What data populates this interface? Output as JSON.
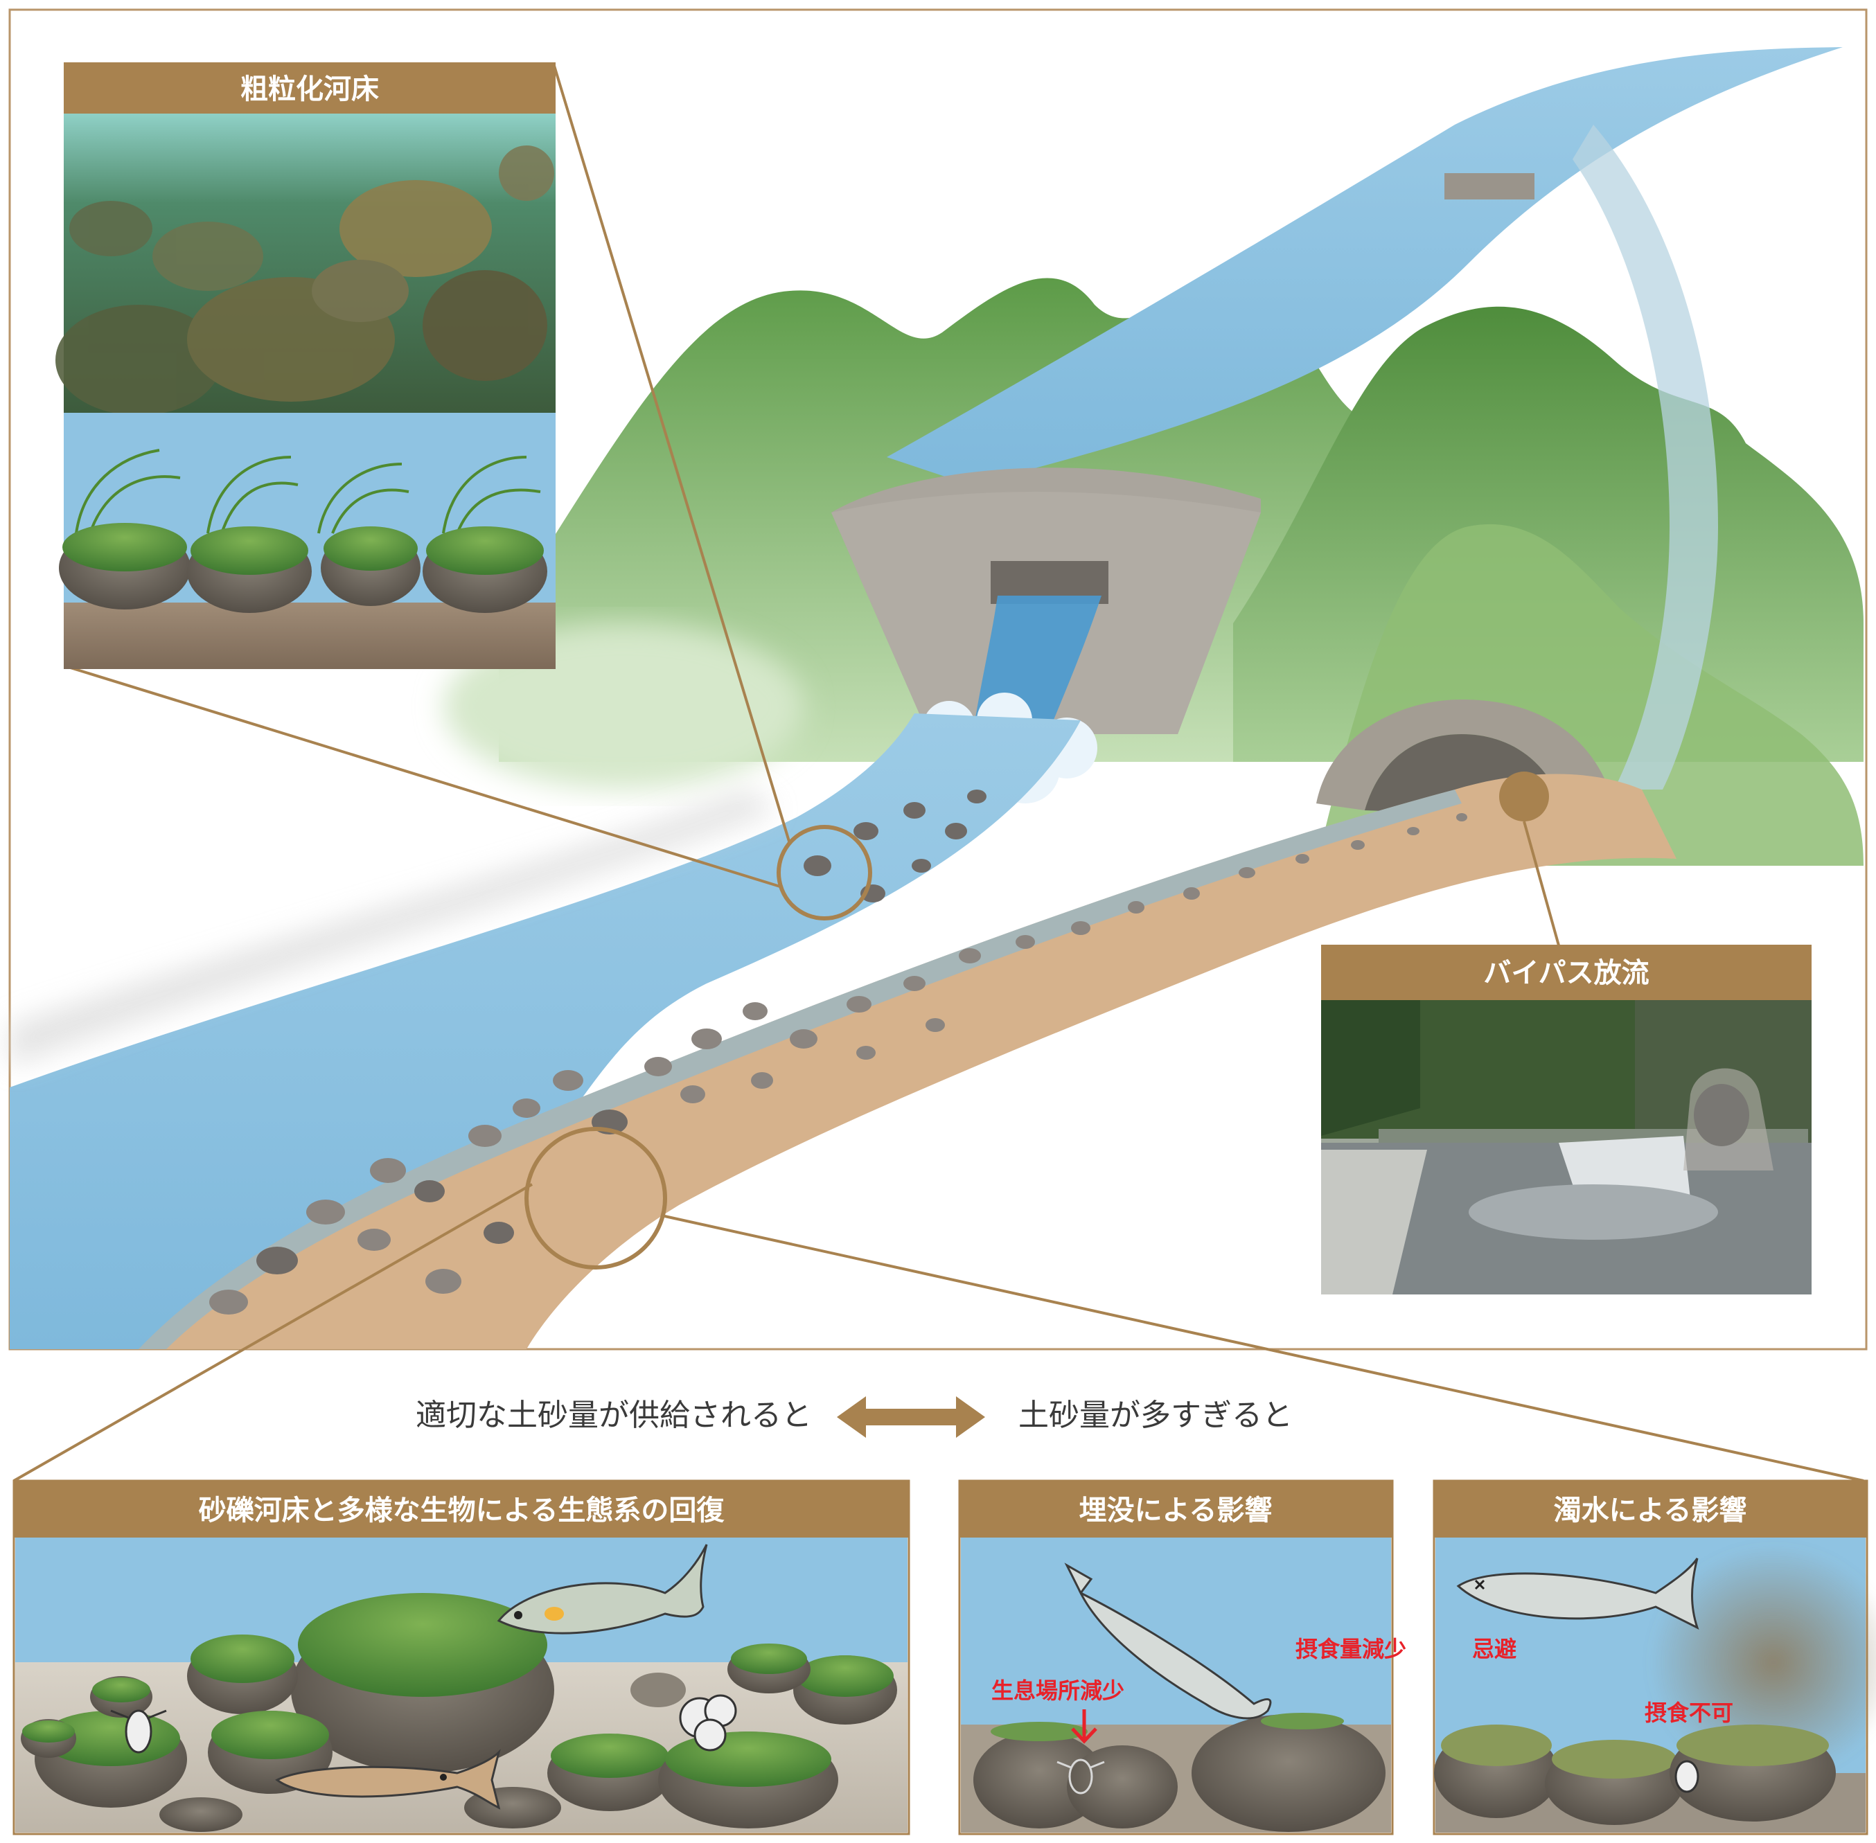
{
  "panels": {
    "coarse_bed": {
      "title": "粗粒化河床"
    },
    "bypass": {
      "title": "バイパス放流"
    },
    "recovery": {
      "title": "砂礫河床と多様な生物による生態系の回復"
    },
    "burial": {
      "title": "埋没による影響",
      "label_habitat": "生息場所減少",
      "label_feeding": "摂食量減少"
    },
    "turbidity": {
      "title": "濁水による影響",
      "label_avoid": "忌避",
      "label_nofeed": "摂食不可"
    }
  },
  "captions": {
    "left": "適切な土砂量が供給されると",
    "right": "土砂量が多すぎると"
  },
  "colors": {
    "accent_brown": "#a8824f",
    "water_blue": "#8ec5e2",
    "sediment_tan": "#d8b48e",
    "mountain_green": "#5e9a4a",
    "dam_gray": "#a9a49c",
    "alert_red": "#e8222a"
  },
  "icons": [
    "double-arrow-icon",
    "down-arrow-icon",
    "fish-icon",
    "insect-icon"
  ]
}
